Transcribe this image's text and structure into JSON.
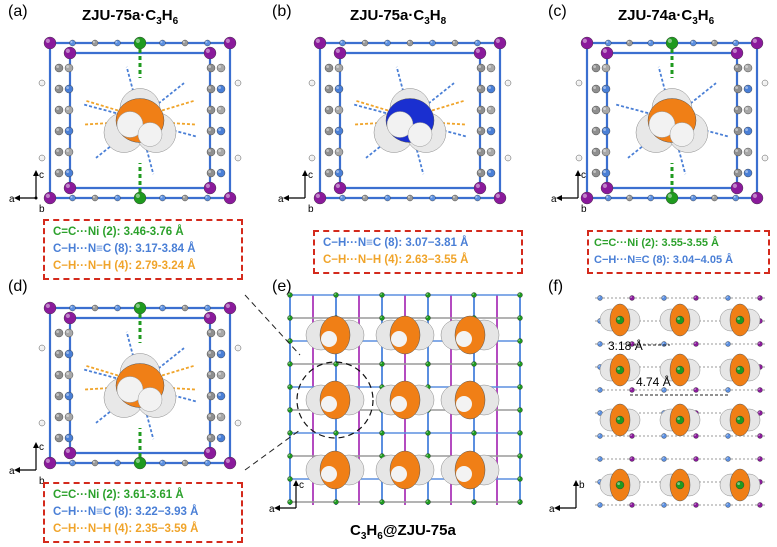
{
  "panels": {
    "a": {
      "label": "(a)",
      "title_main": "ZJU-75a·C",
      "title_sub1": "3",
      "title_mid": "H",
      "title_sub2": "6",
      "lines": [
        {
          "text": "C=C···Ni (2): 3.46-3.76 Å",
          "color": "#2ca12c"
        },
        {
          "text": "C−H···N≡C (8): 3.17-3.84 Å",
          "color": "#4a7fd6"
        },
        {
          "text": "C−H···N−H (4): 2.79-3.24 Å",
          "color": "#f0a42a"
        }
      ]
    },
    "b": {
      "label": "(b)",
      "title_main": "ZJU-75a·C",
      "title_sub1": "3",
      "title_mid": "H",
      "title_sub2": "8",
      "lines": [
        {
          "text": "C−H···N≡C (8): 3.07−3.81 Å",
          "color": "#4a7fd6"
        },
        {
          "text": "C−H···N−H (4): 2.63−3.55 Å",
          "color": "#f0a42a"
        }
      ]
    },
    "c": {
      "label": "(c)",
      "title_main": "ZJU-74a·C",
      "title_sub1": "3",
      "title_mid": "H",
      "title_sub2": "6",
      "lines": [
        {
          "text": "C=C···Ni (2): 3.55-3.55 Å",
          "color": "#2ca12c"
        },
        {
          "text": "C−H···N≡C (8): 3.04−4.05 Å",
          "color": "#4a7fd6"
        }
      ]
    },
    "d": {
      "label": "(d)",
      "lines": [
        {
          "text": "C=C···Ni (2): 3.61-3.61 Å",
          "color": "#2ca12c"
        },
        {
          "text": "C−H···N≡C (8): 3.22−3.93 Å",
          "color": "#4a7fd6"
        },
        {
          "text": "C−H···N−H (4): 2.35−3.59 Å",
          "color": "#f0a42a"
        }
      ]
    },
    "e": {
      "label": "(e)",
      "bottom_main": "C",
      "bottom_sub1": "3",
      "bottom_mid": "H",
      "bottom_sub2": "6",
      "bottom_tail": "@ZJU-75a"
    },
    "f": {
      "label": "(f)",
      "dist1": "3.18 Å",
      "dist2": "4.74 Å"
    }
  },
  "axes": {
    "a": "a",
    "b": "b",
    "c": "c"
  },
  "colors": {
    "frame_blue": "#3b6fd0",
    "ni_purple": "#8a1a9b",
    "cu_green": "#1f9a1f",
    "propylene": "#f07f16",
    "propane": "#1a2fd0",
    "box_red": "#d42a1c"
  }
}
